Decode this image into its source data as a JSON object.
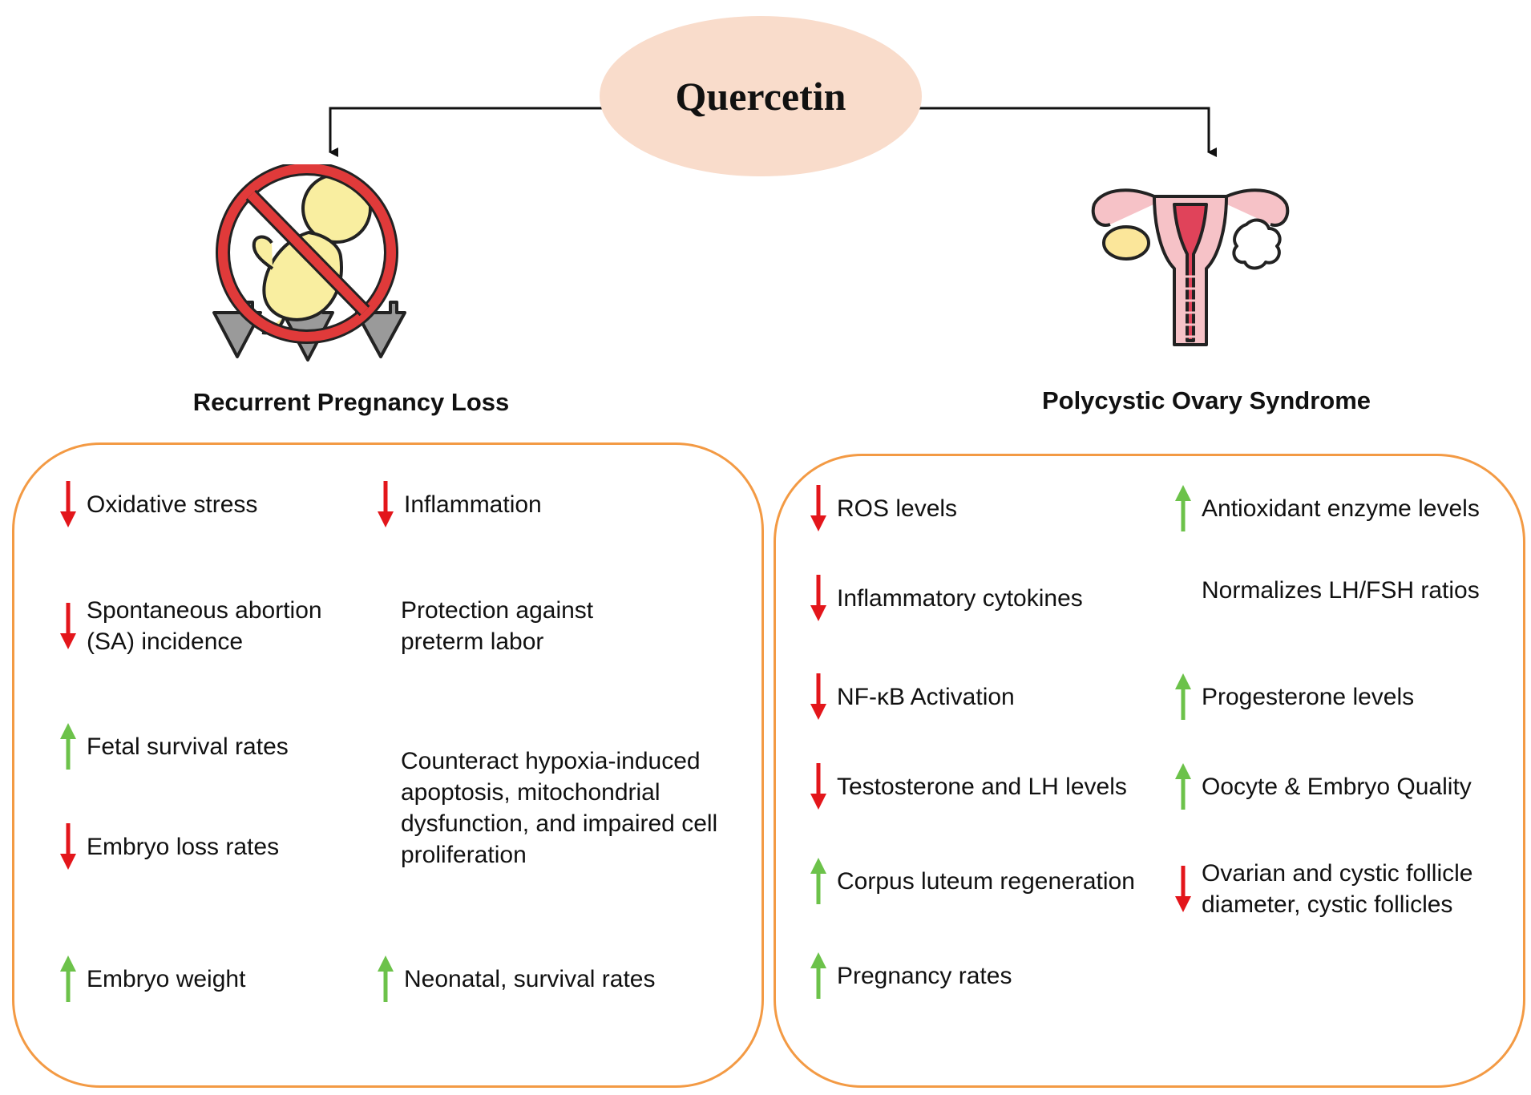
{
  "root": {
    "title": "Quercetin"
  },
  "colors": {
    "accent_panel": "#f39a44",
    "ellipse": "#f9dccb",
    "down_arrow": "#e3161b",
    "up_arrow": "#6cc24a"
  },
  "branches": [
    {
      "title": "Recurrent Pregnancy Loss",
      "icon": "no-pregnancy-loss-icon",
      "items": [
        {
          "text": "Oxidative  stress",
          "direction": "down"
        },
        {
          "text": "Inflammation",
          "direction": "down"
        },
        {
          "text": "Spontaneous abortion (SA) incidence",
          "direction": "down"
        },
        {
          "text": "Protection against preterm labor",
          "direction": "none"
        },
        {
          "text": "Fetal survival  rates",
          "direction": "up"
        },
        {
          "text": "Counteract hypoxia-induced apoptosis, mitochondrial dysfunction, and impaired cell proliferation",
          "direction": "none"
        },
        {
          "text": "Embryo loss rates",
          "direction": "down"
        },
        {
          "text": "Embryo weight",
          "direction": "up"
        },
        {
          "text": "Neonatal, survival  rates",
          "direction": "up"
        }
      ]
    },
    {
      "title": "Polycystic Ovary Syndrome",
      "icon": "uterus-ovary-icon",
      "items": [
        {
          "text": "ROS levels",
          "direction": "down"
        },
        {
          "text": "Antioxidant enzyme levels",
          "direction": "up"
        },
        {
          "text": "Inflammatory cytokines",
          "direction": "down"
        },
        {
          "text": "Normalizes LH/FSH ratios",
          "direction": "none"
        },
        {
          "text": "NF-κB Activation",
          "direction": "down"
        },
        {
          "text": "Progesterone levels",
          "direction": "up"
        },
        {
          "text": "Testosterone and LH levels",
          "direction": "down"
        },
        {
          "text": "Oocyte & Embryo Quality",
          "direction": "up"
        },
        {
          "text": "Corpus luteum regeneration",
          "direction": "up"
        },
        {
          "text": "Ovarian and cystic follicle diameter, cystic follicles",
          "direction": "down"
        },
        {
          "text": "Pregnancy rates",
          "direction": "up"
        }
      ]
    }
  ]
}
